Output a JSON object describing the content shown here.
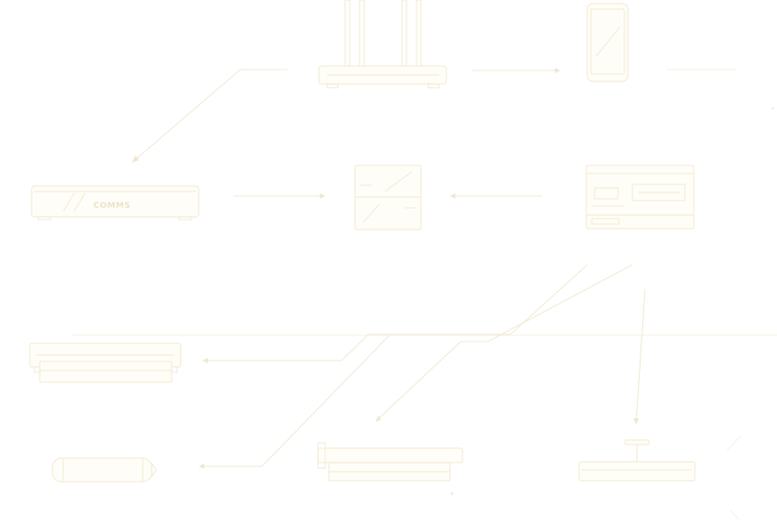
{
  "diagram": {
    "nodes": [
      {
        "id": "router"
      },
      {
        "id": "smartphone"
      },
      {
        "id": "network-switch",
        "label": "COMMS"
      },
      {
        "id": "power-supply"
      },
      {
        "id": "control-unit"
      },
      {
        "id": "rail-module-left"
      },
      {
        "id": "cylinder-terminal"
      },
      {
        "id": "rail-module-center"
      },
      {
        "id": "t-mount-rail"
      }
    ],
    "colors": {
      "device_stroke": "#f3edd8",
      "wire_stroke": "#f1ead4",
      "background": "#ffffff"
    }
  }
}
